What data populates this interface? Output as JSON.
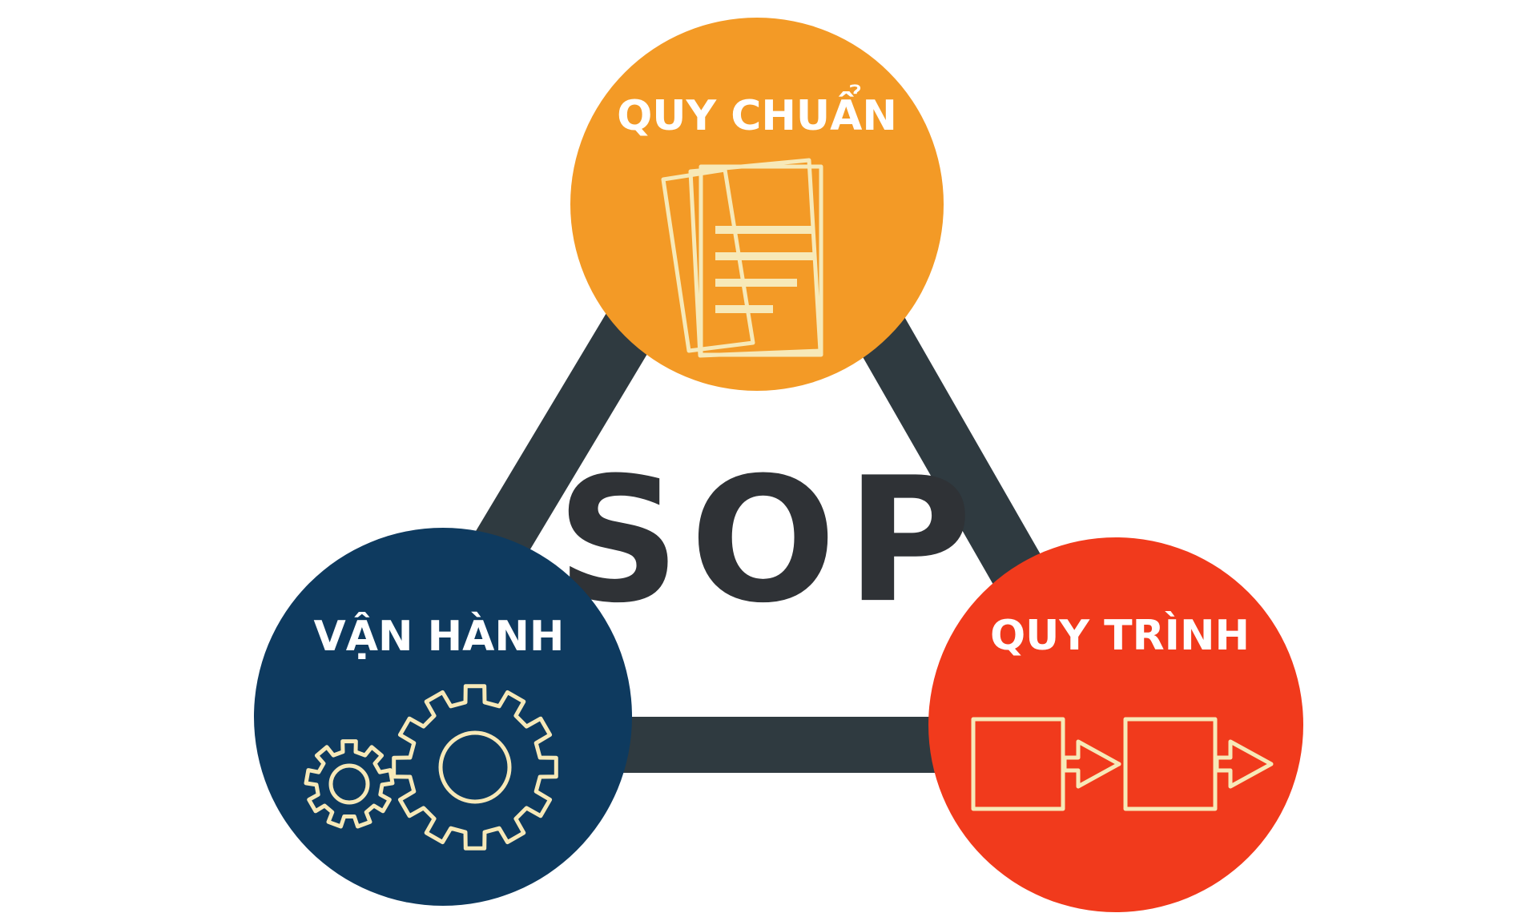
{
  "center": {
    "label": "SOP"
  },
  "nodes": {
    "top": {
      "label": "QUY CHUẨN",
      "color": "#f39a26",
      "icon": "document-stack-icon"
    },
    "left": {
      "label": "VẬN HÀNH",
      "color": "#0e3a5f",
      "icon": "gears-icon"
    },
    "right": {
      "label": "QUY TRÌNH",
      "color": "#f13a1c",
      "icon": "process-flow-icon"
    }
  },
  "colors": {
    "triangle": "#2f3a40",
    "center_text": "#2f3236",
    "icon_line": "#f7e9b8",
    "background": "#ffffff"
  }
}
